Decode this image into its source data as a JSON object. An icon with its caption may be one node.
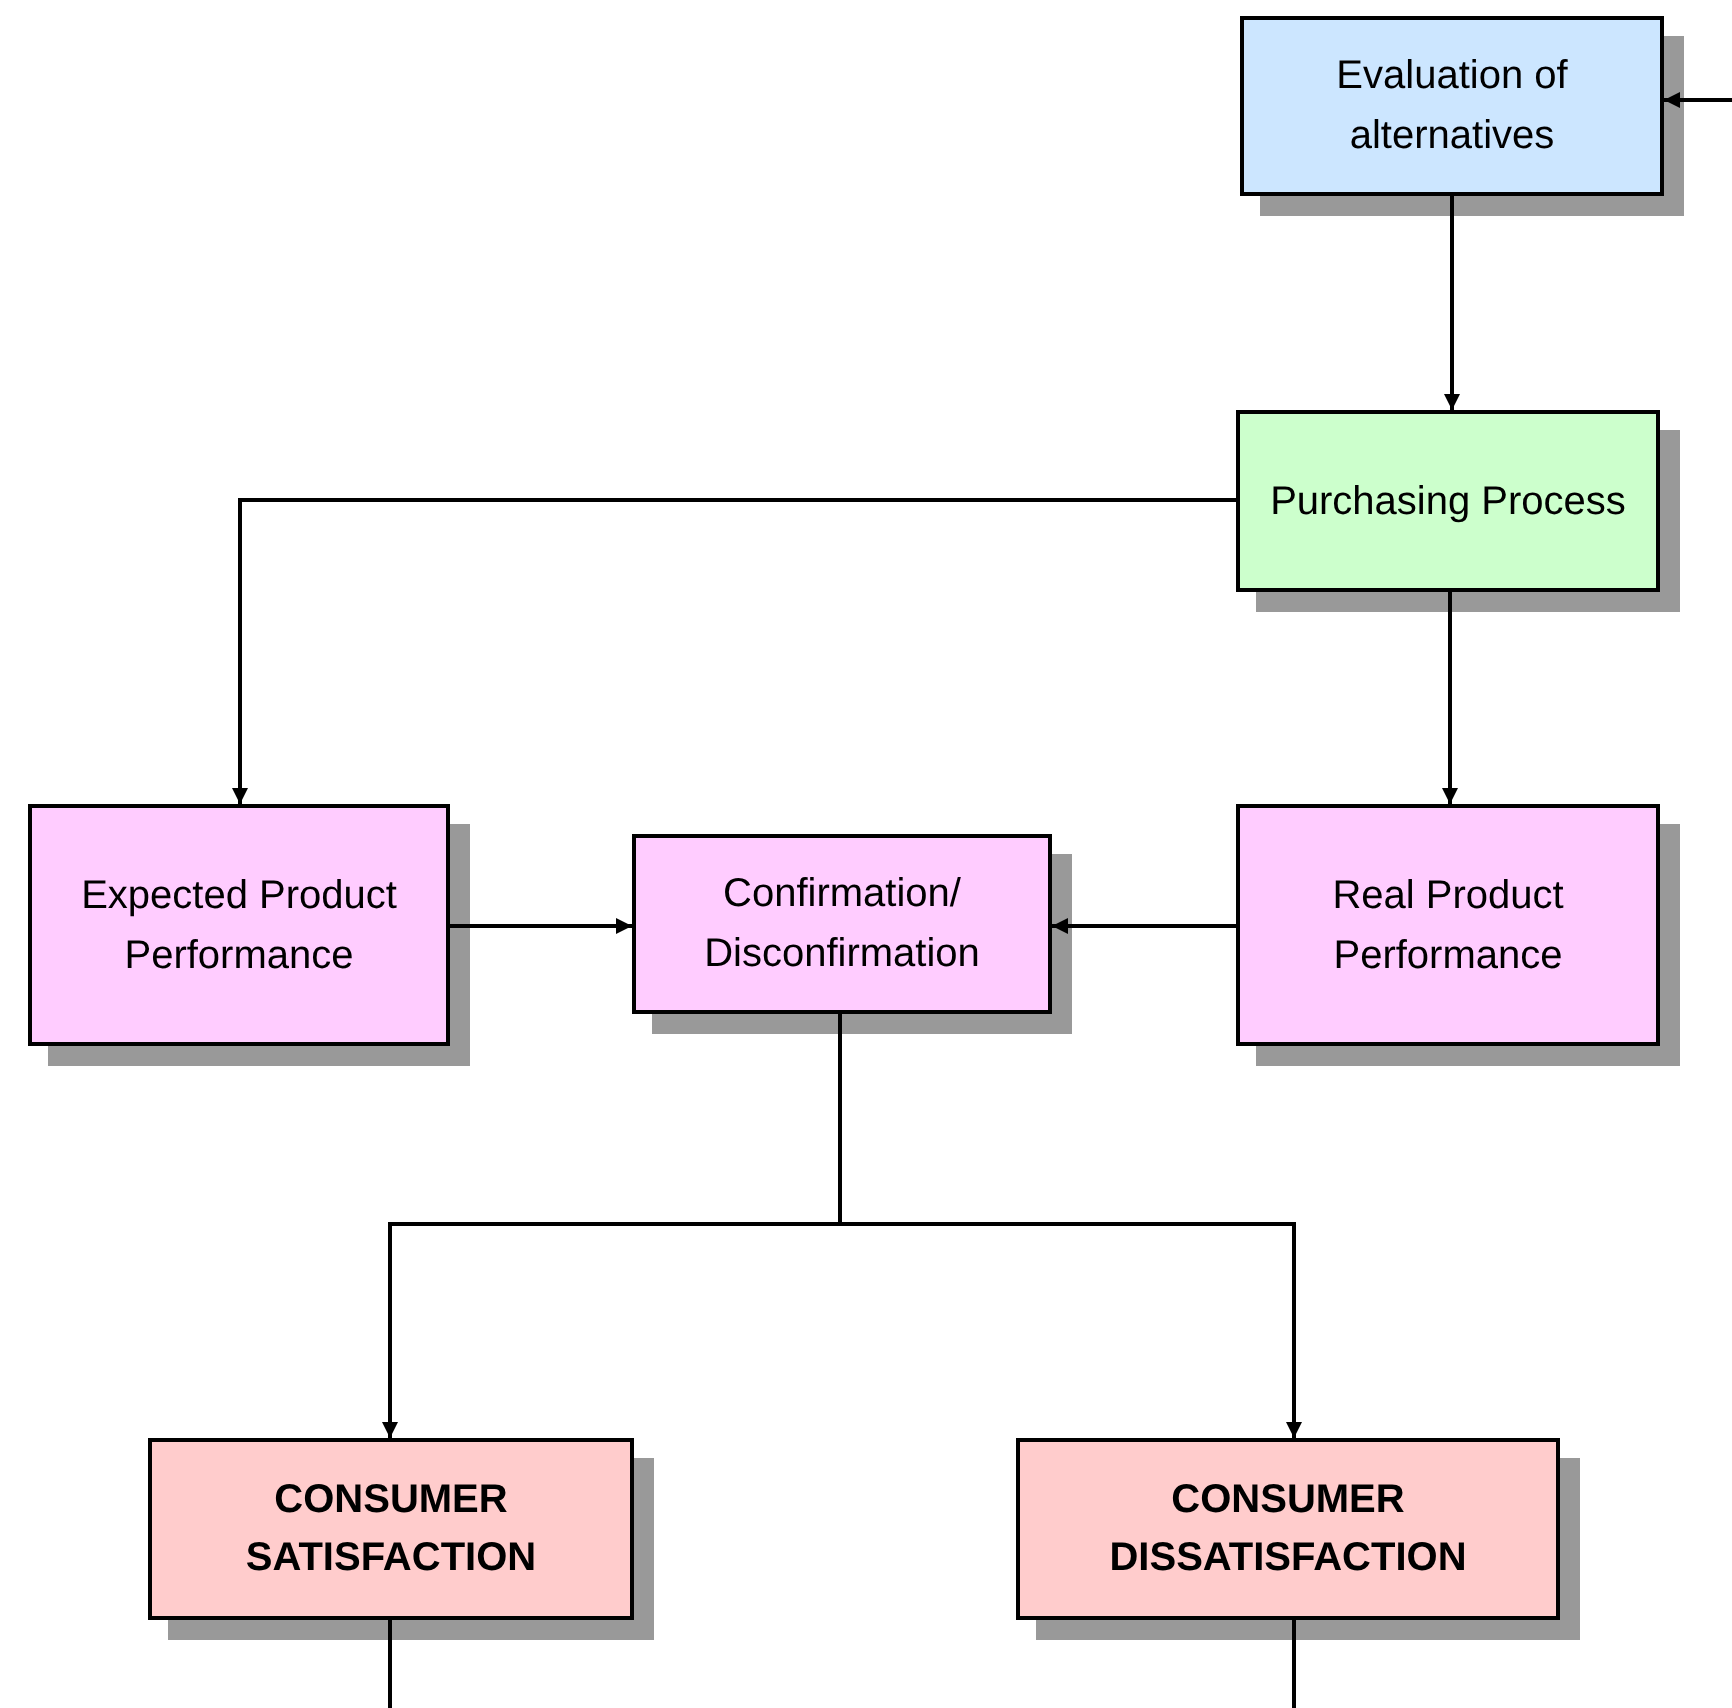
{
  "diagram": {
    "nodes": [
      {
        "text": [
          "Evaluation of alternatives"
        ]
      },
      {
        "text": [
          "Purchasing Process"
        ]
      },
      {
        "text": [
          "Expected Product Performance"
        ]
      },
      {
        "text": [
          "Real Product Performance"
        ]
      },
      {
        "text": [
          "Confirmation/ Disconfirmation"
        ]
      },
      {
        "text": [
          "CONSUMER SATISFACTION"
        ]
      },
      {
        "text": [
          "CONSUMER DISSATISFACTION"
        ]
      }
    ],
    "edges": [
      {
        "from": null,
        "to": 0,
        "arrow": "to"
      },
      {
        "from": 0,
        "to": 1,
        "arrow": "to"
      },
      {
        "from": 1,
        "to": 2,
        "arrow": "to"
      },
      {
        "from": 1,
        "to": 3,
        "arrow": "to"
      },
      {
        "from": 2,
        "to": 4,
        "arrow": "to"
      },
      {
        "from": 3,
        "to": 4,
        "arrow": "to"
      },
      {
        "from": 4,
        "to": 5,
        "arrow": "to"
      },
      {
        "from": 4,
        "to": 6,
        "arrow": "to"
      },
      {
        "from": 5,
        "to": null,
        "arrow": "none"
      },
      {
        "from": 6,
        "to": null,
        "arrow": "none"
      }
    ]
  }
}
